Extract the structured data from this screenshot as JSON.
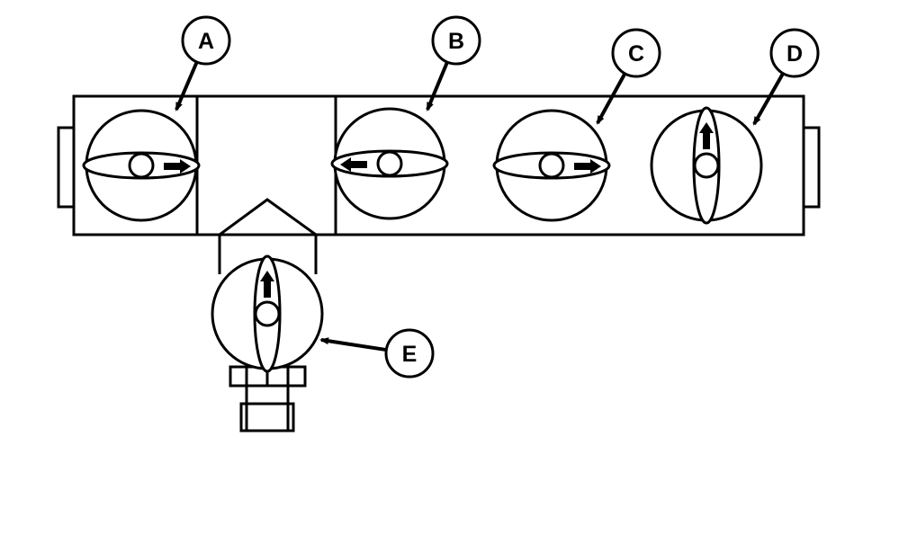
{
  "diagram": {
    "colors": {
      "line": "#000000",
      "background": "#ffffff"
    },
    "valves": [
      {
        "id": "A",
        "label": "A",
        "handle": "horizontal",
        "arrow": "right"
      },
      {
        "id": "B",
        "label": "B",
        "handle": "horizontal",
        "arrow": "left"
      },
      {
        "id": "C",
        "label": "C",
        "handle": "horizontal",
        "arrow": "right"
      },
      {
        "id": "D",
        "label": "D",
        "handle": "vertical",
        "arrow": "up"
      },
      {
        "id": "E",
        "label": "E",
        "handle": "vertical",
        "arrow": "up"
      }
    ]
  }
}
